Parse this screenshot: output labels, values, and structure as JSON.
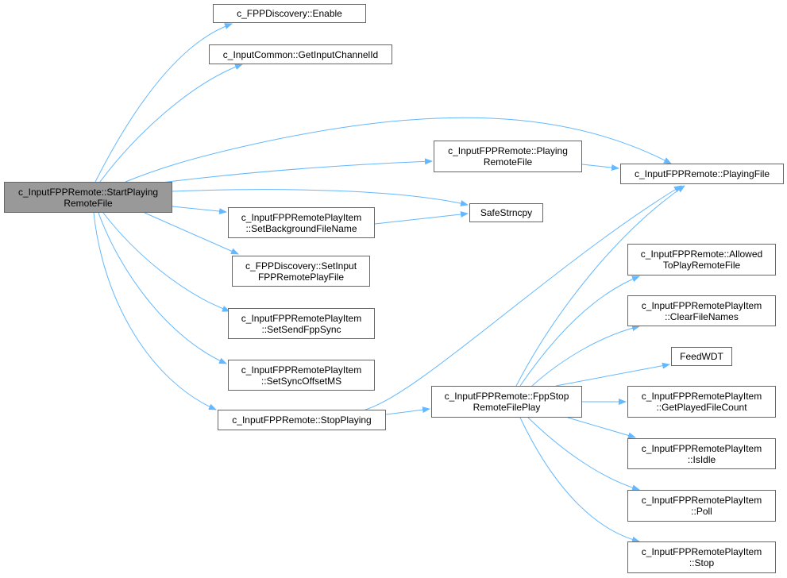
{
  "colors": {
    "edge": "#63b8ff",
    "root_fill": "#999999",
    "node_border": "#666666"
  },
  "nodes": {
    "root": {
      "lines": [
        "c_InputFPPRemote::StartPlaying",
        "RemoteFile"
      ]
    },
    "enable": {
      "lines": [
        "c_FPPDiscovery::Enable"
      ]
    },
    "getInputChannelId": {
      "lines": [
        "c_InputCommon::GetInputChannelId"
      ]
    },
    "playingRemoteFile": {
      "lines": [
        "c_InputFPPRemote::Playing",
        "RemoteFile"
      ]
    },
    "playingFile": {
      "lines": [
        "c_InputFPPRemote::PlayingFile"
      ]
    },
    "safeStrncpy": {
      "lines": [
        "SafeStrncpy"
      ]
    },
    "setBackgroundFileName": {
      "lines": [
        "c_InputFPPRemotePlayItem",
        "::SetBackgroundFileName"
      ]
    },
    "setInputFPPRemotePlayFile": {
      "lines": [
        "c_FPPDiscovery::SetInput",
        "FPPRemotePlayFile"
      ]
    },
    "setSendFppSync": {
      "lines": [
        "c_InputFPPRemotePlayItem",
        "::SetSendFppSync"
      ]
    },
    "setSyncOffsetMS": {
      "lines": [
        "c_InputFPPRemotePlayItem",
        "::SetSyncOffsetMS"
      ]
    },
    "stopPlaying": {
      "lines": [
        "c_InputFPPRemote::StopPlaying"
      ]
    },
    "fppStopRemoteFilePlay": {
      "lines": [
        "c_InputFPPRemote::FppStop",
        "RemoteFilePlay"
      ]
    },
    "allowedToPlayRemoteFile": {
      "lines": [
        "c_InputFPPRemote::Allowed",
        "ToPlayRemoteFile"
      ]
    },
    "clearFileNames": {
      "lines": [
        "c_InputFPPRemotePlayItem",
        "::ClearFileNames"
      ]
    },
    "feedWDT": {
      "lines": [
        "FeedWDT"
      ]
    },
    "getPlayedFileCount": {
      "lines": [
        "c_InputFPPRemotePlayItem",
        "::GetPlayedFileCount"
      ]
    },
    "isIdle": {
      "lines": [
        "c_InputFPPRemotePlayItem",
        "::IsIdle"
      ]
    },
    "poll": {
      "lines": [
        "c_InputFPPRemotePlayItem",
        "::Poll"
      ]
    },
    "stop": {
      "lines": [
        "c_InputFPPRemotePlayItem",
        "::Stop"
      ]
    }
  },
  "edges": [
    [
      "root",
      "enable"
    ],
    [
      "root",
      "getInputChannelId"
    ],
    [
      "root",
      "playingFile"
    ],
    [
      "root",
      "playingRemoteFile"
    ],
    [
      "root",
      "safeStrncpy"
    ],
    [
      "root",
      "setBackgroundFileName"
    ],
    [
      "root",
      "setInputFPPRemotePlayFile"
    ],
    [
      "root",
      "setSendFppSync"
    ],
    [
      "root",
      "setSyncOffsetMS"
    ],
    [
      "root",
      "stopPlaying"
    ],
    [
      "playingRemoteFile",
      "playingFile"
    ],
    [
      "setBackgroundFileName",
      "safeStrncpy"
    ],
    [
      "stopPlaying",
      "fppStopRemoteFilePlay"
    ],
    [
      "stopPlaying",
      "playingFile"
    ],
    [
      "fppStopRemoteFilePlay",
      "playingFile"
    ],
    [
      "fppStopRemoteFilePlay",
      "allowedToPlayRemoteFile"
    ],
    [
      "fppStopRemoteFilePlay",
      "clearFileNames"
    ],
    [
      "fppStopRemoteFilePlay",
      "feedWDT"
    ],
    [
      "fppStopRemoteFilePlay",
      "getPlayedFileCount"
    ],
    [
      "fppStopRemoteFilePlay",
      "isIdle"
    ],
    [
      "fppStopRemoteFilePlay",
      "poll"
    ],
    [
      "fppStopRemoteFilePlay",
      "stop"
    ]
  ]
}
